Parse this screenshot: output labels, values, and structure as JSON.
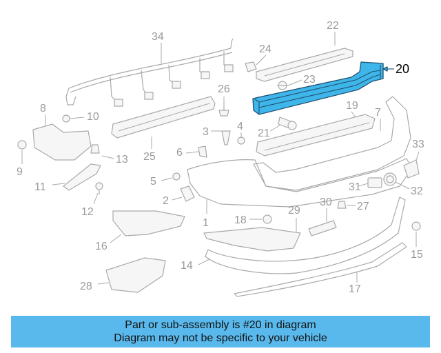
{
  "diagram": {
    "highlight_color": "#3fb6ea",
    "callouts": {
      "c1": "1",
      "c2": "2",
      "c3": "3",
      "c4": "4",
      "c5": "5",
      "c6": "6",
      "c7": "7",
      "c8": "8",
      "c9": "9",
      "c10": "10",
      "c11": "11",
      "c12": "12",
      "c13": "13",
      "c14": "14",
      "c15": "15",
      "c16": "16",
      "c17": "17",
      "c18": "18",
      "c19": "19",
      "c20": "20",
      "c21": "21",
      "c22": "22",
      "c23": "23",
      "c24": "24",
      "c25": "25",
      "c26": "26",
      "c27": "27",
      "c28": "28",
      "c29": "29",
      "c30": "30",
      "c31": "31",
      "c32": "32",
      "c33": "33",
      "c34": "34"
    }
  },
  "banner": {
    "line1": "Part or sub-assembly is #20 in diagram",
    "line2": "Diagram may not be specific to your vehicle",
    "background": "#5ab9ec"
  }
}
